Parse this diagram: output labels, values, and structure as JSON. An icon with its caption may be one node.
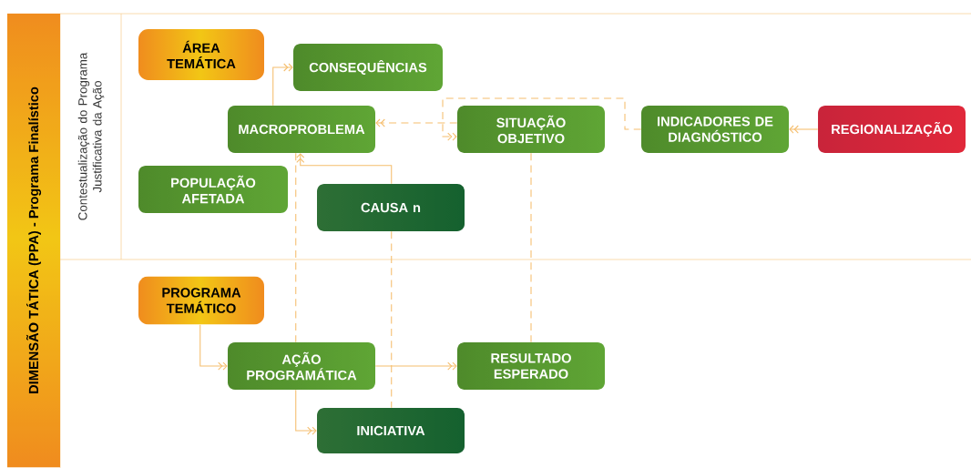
{
  "diagram": {
    "nodes": [
      {
        "text": [
          "DIMENSÃO TÁTICA (PPA) - Programa Finalístico"
        ]
      },
      {
        "text": [
          "ÁREA TEMÁTICA"
        ]
      },
      {
        "text": [
          "CONSEQUÊNCIAS"
        ]
      },
      {
        "text": [
          "MACROPROBLEMA"
        ]
      },
      {
        "text": [
          "SITUAÇÃO OBJETIVO"
        ]
      },
      {
        "text": [
          "INDICADORES DE DIAGNÓSTICO"
        ]
      },
      {
        "text": [
          "REGIONALIZAÇÃO"
        ]
      },
      {
        "text": [
          "POPULAÇÃO AFETADA"
        ]
      },
      {
        "text": [
          "CAUSA n"
        ]
      },
      {
        "text": [
          "PROGRAMA TEMÁTICO"
        ]
      },
      {
        "text": [
          "AÇÃO PROGRAMÁTICA"
        ]
      },
      {
        "text": [
          "RESULTADO ESPERADO"
        ]
      },
      {
        "text": [
          "INICIATIVA"
        ]
      }
    ],
    "edges": [
      {
        "from": 3,
        "to": 2,
        "arrow": "to"
      },
      {
        "from": 8,
        "to": 3,
        "arrow": "to"
      },
      {
        "from": 4,
        "to": 3,
        "arrow": "to",
        "style": "dashed"
      },
      {
        "from": 6,
        "to": 5,
        "arrow": "to"
      },
      {
        "from": 5,
        "to": 4,
        "arrow": "to",
        "style": "dashed"
      },
      {
        "from": 3,
        "to": 10,
        "arrow": "none",
        "style": "dashed"
      },
      {
        "from": 8,
        "to": 12,
        "arrow": "none",
        "style": "dashed"
      },
      {
        "from": 4,
        "to": 11,
        "arrow": "none",
        "style": "dashed"
      },
      {
        "from": 9,
        "to": 10,
        "arrow": "to"
      },
      {
        "from": 10,
        "to": 11,
        "arrow": "to"
      },
      {
        "from": 10,
        "to": 12,
        "arrow": "to"
      }
    ],
    "labels": [
      "Contestualização do Programa Justificativa da Ação"
    ]
  }
}
